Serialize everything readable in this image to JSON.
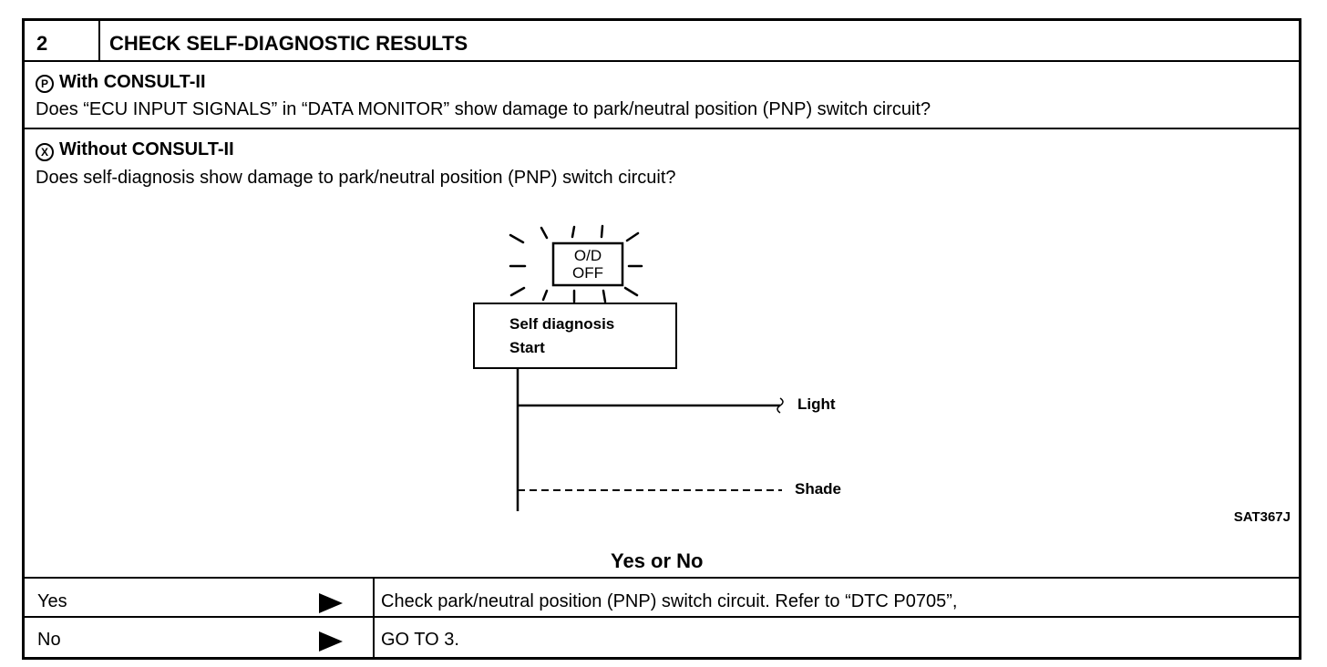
{
  "header": {
    "step_number": "2",
    "title": "CHECK SELF-DIAGNOSTIC RESULTS"
  },
  "with_consult": {
    "icon": "consult-tool-icon",
    "heading": "With CONSULT-II",
    "question": "Does “ECU INPUT SIGNALS” in “DATA MONITOR” show damage to park/neutral position (PNP) switch circuit?"
  },
  "without_consult": {
    "icon": "no-tool-icon",
    "heading": "Without CONSULT-II",
    "question": "Does self-diagnosis show damage to park/neutral position (PNP) switch circuit?"
  },
  "diagram": {
    "lamp_line1": "O/D",
    "lamp_line2": "OFF",
    "box_line1": "Self diagnosis",
    "box_line2": "Start",
    "light_label": "Light",
    "shade_label": "Shade",
    "figure_id": "SAT367J"
  },
  "decision": {
    "prompt": "Yes or No",
    "rows": [
      {
        "answer": "Yes",
        "action": "Check park/neutral position (PNP) switch circuit. Refer to “DTC P0705”,"
      },
      {
        "answer": "No",
        "action": "GO TO 3."
      }
    ]
  }
}
